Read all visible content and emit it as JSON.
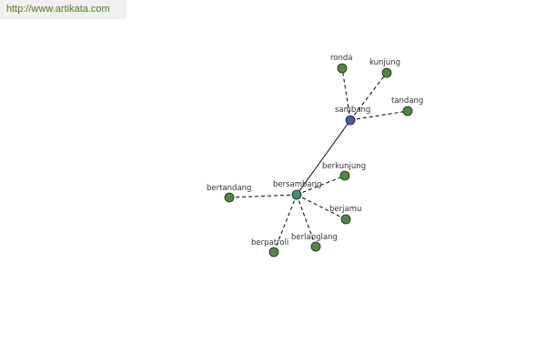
{
  "header": {
    "url": "http://www.artikata.com"
  },
  "colors": {
    "root_node": "#4b5aa8",
    "hub_node": "#3f8f7e",
    "leaf_node": "#4f8a3c",
    "node_outline": "#222222",
    "edge": "#000000",
    "banner_text": "#567a1a",
    "banner_bg": "#f0f0f0"
  },
  "graph": {
    "nodes": [
      {
        "id": "sambang",
        "label": "sambang",
        "kind": "root"
      },
      {
        "id": "ronda",
        "label": "ronda",
        "kind": "leaf"
      },
      {
        "id": "kunjung",
        "label": "kunjung",
        "kind": "leaf"
      },
      {
        "id": "tandang",
        "label": "tandang",
        "kind": "leaf"
      },
      {
        "id": "bersambang",
        "label": "bersambang",
        "kind": "hub"
      },
      {
        "id": "berkunjung",
        "label": "berkunjung",
        "kind": "leaf"
      },
      {
        "id": "bertandang",
        "label": "bertandang",
        "kind": "leaf"
      },
      {
        "id": "berjamu",
        "label": "berjamu",
        "kind": "leaf"
      },
      {
        "id": "berlanglang",
        "label": "berlanglang",
        "kind": "leaf"
      },
      {
        "id": "berpatroli",
        "label": "berpatroli",
        "kind": "leaf"
      }
    ],
    "edges": [
      {
        "from": "sambang",
        "to": "bersambang",
        "style": "solid"
      },
      {
        "from": "sambang",
        "to": "ronda",
        "style": "dashed"
      },
      {
        "from": "sambang",
        "to": "kunjung",
        "style": "dashed"
      },
      {
        "from": "sambang",
        "to": "tandang",
        "style": "dashed"
      },
      {
        "from": "bersambang",
        "to": "berkunjung",
        "style": "dashed"
      },
      {
        "from": "bersambang",
        "to": "bertandang",
        "style": "dashed"
      },
      {
        "from": "bersambang",
        "to": "berjamu",
        "style": "dashed"
      },
      {
        "from": "bersambang",
        "to": "berlanglang",
        "style": "dashed"
      },
      {
        "from": "bersambang",
        "to": "berpatroli",
        "style": "dashed"
      }
    ]
  }
}
